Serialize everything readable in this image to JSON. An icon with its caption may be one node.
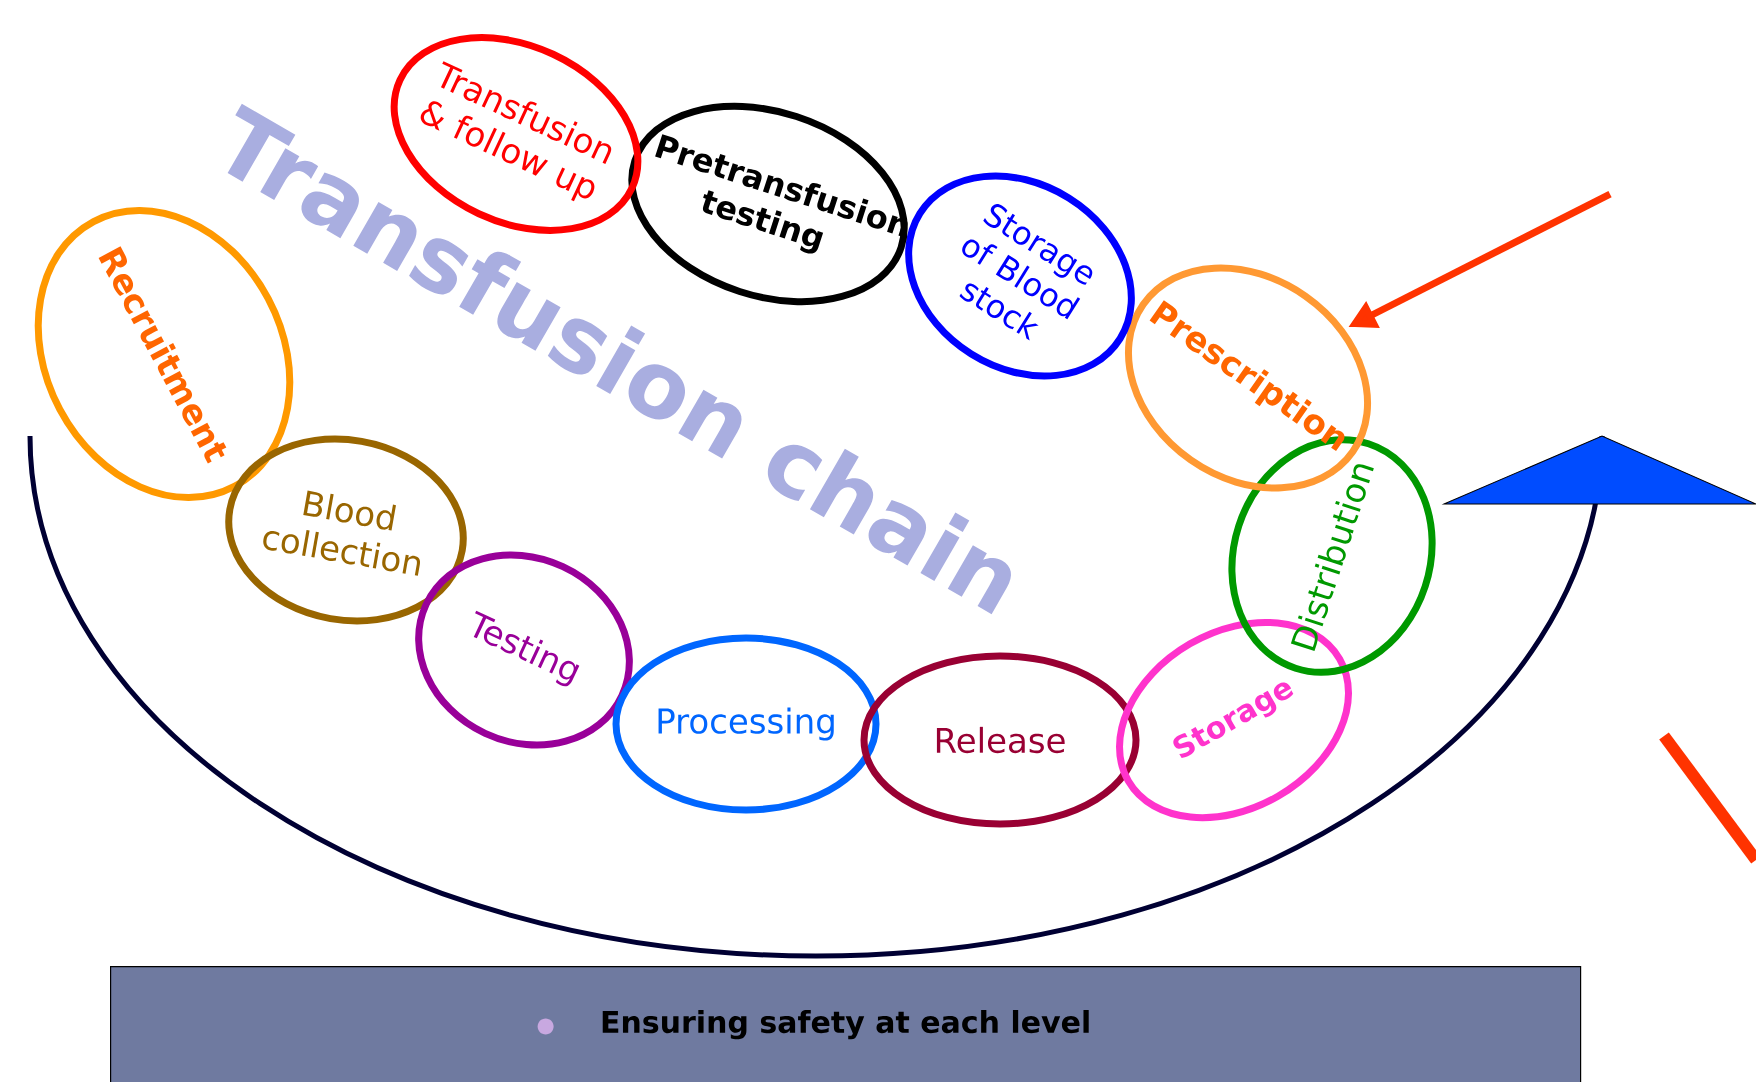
{
  "diagram": {
    "title": "Transfusion chain",
    "nodes": [
      {
        "text": [
          "Recruitment"
        ]
      },
      {
        "text": [
          "Blood collection"
        ]
      },
      {
        "text": [
          "Testing"
        ]
      },
      {
        "text": [
          "Processing"
        ]
      },
      {
        "text": [
          "Release"
        ]
      },
      {
        "text": [
          "Storage"
        ]
      },
      {
        "text": [
          "Distribution"
        ]
      },
      {
        "text": [
          "Prescription"
        ]
      },
      {
        "text": [
          "Storage of Blood stock"
        ]
      },
      {
        "text": [
          "Pretransfusion testing"
        ]
      },
      {
        "text": [
          "Transfusion & follow up"
        ]
      },
      {
        "text": [
          "Ensuring safety at each level"
        ]
      }
    ],
    "edges": [
      {
        "from": null,
        "to": 7,
        "arrow": "to"
      }
    ]
  }
}
